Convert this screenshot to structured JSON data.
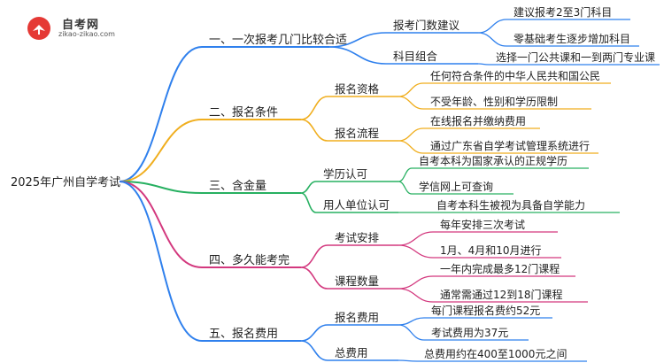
{
  "logo": {
    "name": "自考网",
    "url": "zikao-zikao.com"
  },
  "root": "2025年广州自学考试",
  "branches": [
    {
      "label": "一、一次报考几门比较合适",
      "color": "#2f80ed",
      "children": [
        {
          "label": "报考门数建议",
          "items": [
            "建议报考2至3门科目",
            "零基础考生逐步增加科目"
          ]
        },
        {
          "label": "科目组合",
          "items": [
            "选择一门公共课和一到两门专业课"
          ]
        }
      ]
    },
    {
      "label": "二、报名条件",
      "color": "#f0ae1e",
      "children": [
        {
          "label": "报名资格",
          "items": [
            "任何符合条件的中华人民共和国公民",
            "不受年龄、性别和学历限制"
          ]
        },
        {
          "label": "报名流程",
          "items": [
            "在线报名并缴纳费用",
            "通过广东省自学考试管理系统进行"
          ]
        }
      ]
    },
    {
      "label": "三、含金量",
      "color": "#27b061",
      "children": [
        {
          "label": "学历认可",
          "items": [
            "自考本科为国家承认的正规学历",
            "学信网上可查询"
          ]
        },
        {
          "label": "用人单位认可",
          "items": [
            "自考本科生被视为具备自学能力"
          ]
        }
      ]
    },
    {
      "label": "四、多久能考完",
      "color": "#d3387e",
      "children": [
        {
          "label": "考试安排",
          "items": [
            "每年安排三次考试",
            "1月、4月和10月进行"
          ]
        },
        {
          "label": "课程数量",
          "items": [
            "一年内完成最多12门课程",
            "通常需通过12到18门课程"
          ]
        }
      ]
    },
    {
      "label": "五、报名费用",
      "color": "#2f80ed",
      "children": [
        {
          "label": "报名费用",
          "items": [
            "每门课程报名费约52元",
            "考试费用为37元"
          ]
        },
        {
          "label": "总费用",
          "items": [
            "总费用约在400至1000元之间"
          ]
        }
      ]
    }
  ]
}
